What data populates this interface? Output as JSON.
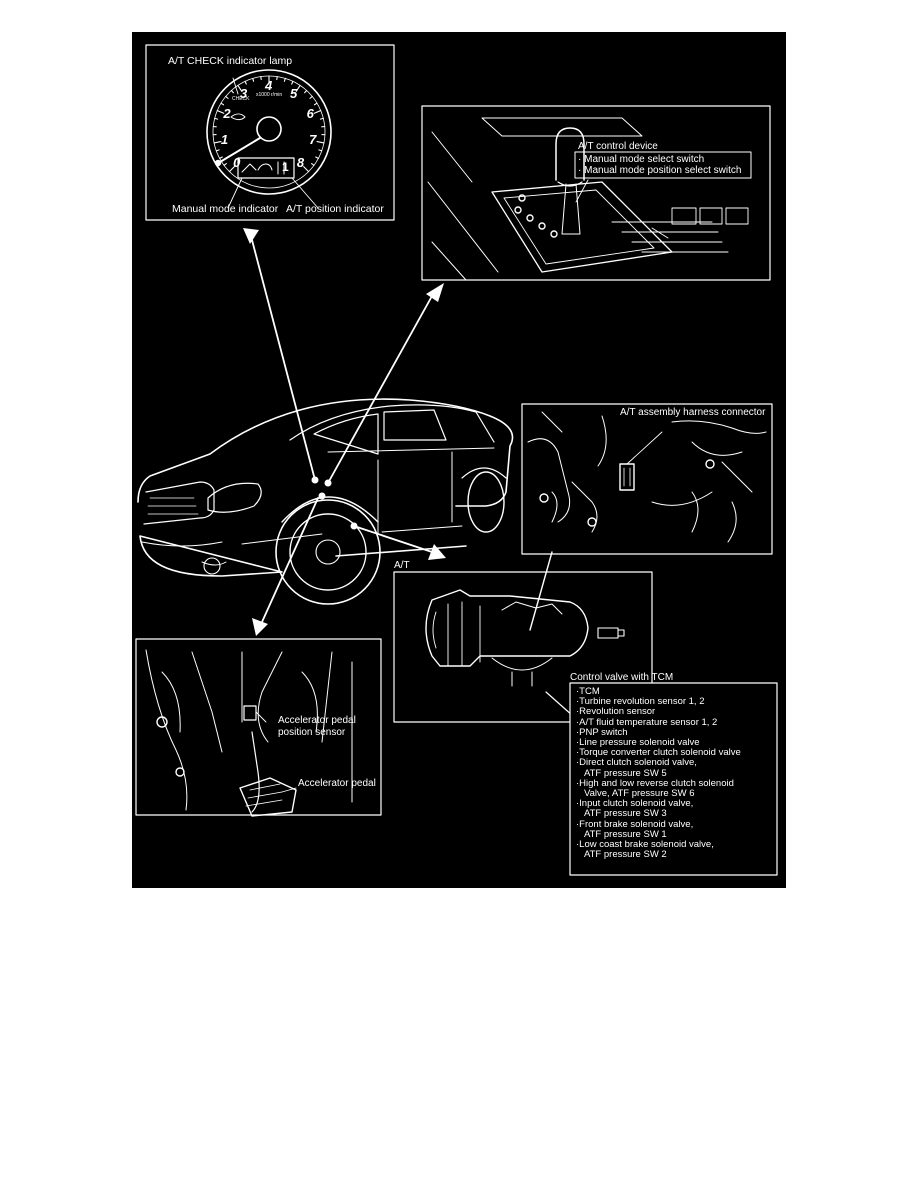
{
  "colors": {
    "background": "#000000",
    "line": "#ffffff",
    "page": "#ffffff"
  },
  "cluster": {
    "title": "A/T CHECK indicator lamp",
    "digits": [
      "0",
      "1",
      "2",
      "3",
      "4",
      "5",
      "6",
      "7",
      "8"
    ],
    "rpm_caption": "x1000 r/min",
    "check_text": "CHECK",
    "gear_display": "1",
    "manual_indicator": "Manual mode indicator",
    "position_indicator": "A/T position indicator"
  },
  "shifter": {
    "title": "A/T control device",
    "items": [
      "Manual mode select switch",
      "Manual mode position select switch"
    ]
  },
  "harness": {
    "title": "A/T assembly harness connector"
  },
  "at_box": {
    "title": "A/T"
  },
  "control_valve": {
    "title": "Control valve with TCM",
    "items": [
      {
        "text": "TCM",
        "bullet": true
      },
      {
        "text": "Turbine revolution sensor 1, 2",
        "bullet": true
      },
      {
        "text": "Revolution sensor",
        "bullet": true
      },
      {
        "text": "A/T fluid temperature sensor 1, 2",
        "bullet": true
      },
      {
        "text": "PNP switch",
        "bullet": true
      },
      {
        "text": "Line pressure solenoid valve",
        "bullet": true
      },
      {
        "text": "Torque converter clutch solenoid valve",
        "bullet": true
      },
      {
        "text": "Direct clutch solenoid valve,",
        "bullet": true
      },
      {
        "text": "ATF pressure SW 5",
        "bullet": false
      },
      {
        "text": "High and low reverse clutch solenoid",
        "bullet": true
      },
      {
        "text": "Valve, ATF pressure SW 6",
        "bullet": false
      },
      {
        "text": "Input clutch solenoid valve,",
        "bullet": true
      },
      {
        "text": "ATF pressure SW 3",
        "bullet": false
      },
      {
        "text": "Front brake solenoid valve,",
        "bullet": true
      },
      {
        "text": "ATF pressure SW 1",
        "bullet": false
      },
      {
        "text": "Low coast brake solenoid valve,",
        "bullet": true
      },
      {
        "text": "ATF pressure SW 2",
        "bullet": false
      }
    ]
  },
  "pedal": {
    "sensor_line1": "Accelerator pedal",
    "sensor_line2": "position sensor",
    "pedal_label": "Accelerator pedal"
  }
}
